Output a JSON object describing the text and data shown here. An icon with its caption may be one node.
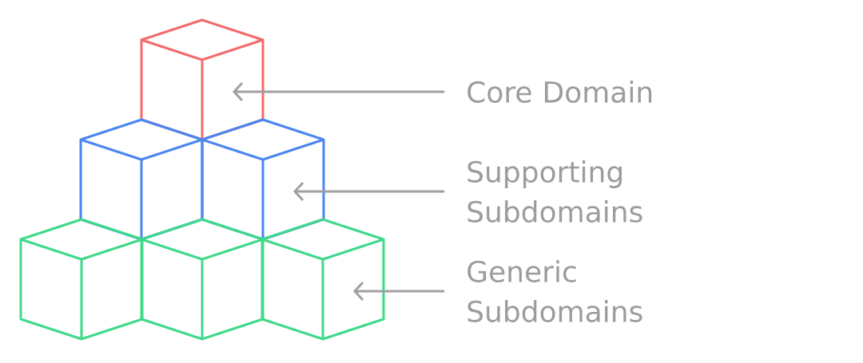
{
  "diagram": {
    "nodes": [
      {
        "text": [],
        "shape": "cube"
      },
      {
        "text": [],
        "shape": "cube"
      },
      {
        "text": [],
        "shape": "cube"
      },
      {
        "text": [],
        "shape": "cube"
      },
      {
        "text": [],
        "shape": "cube"
      },
      {
        "text": [],
        "shape": "cube"
      },
      {
        "text": [
          "Core Domain"
        ]
      },
      {
        "text": [
          "Supporting Subdomains"
        ]
      },
      {
        "text": [
          "Generic Subdomains"
        ]
      }
    ],
    "edges": [
      {
        "from": 6,
        "to": 0,
        "arrow": "to"
      },
      {
        "from": 7,
        "to": 2,
        "arrow": "to"
      },
      {
        "from": 8,
        "to": 5,
        "arrow": "to"
      }
    ]
  }
}
